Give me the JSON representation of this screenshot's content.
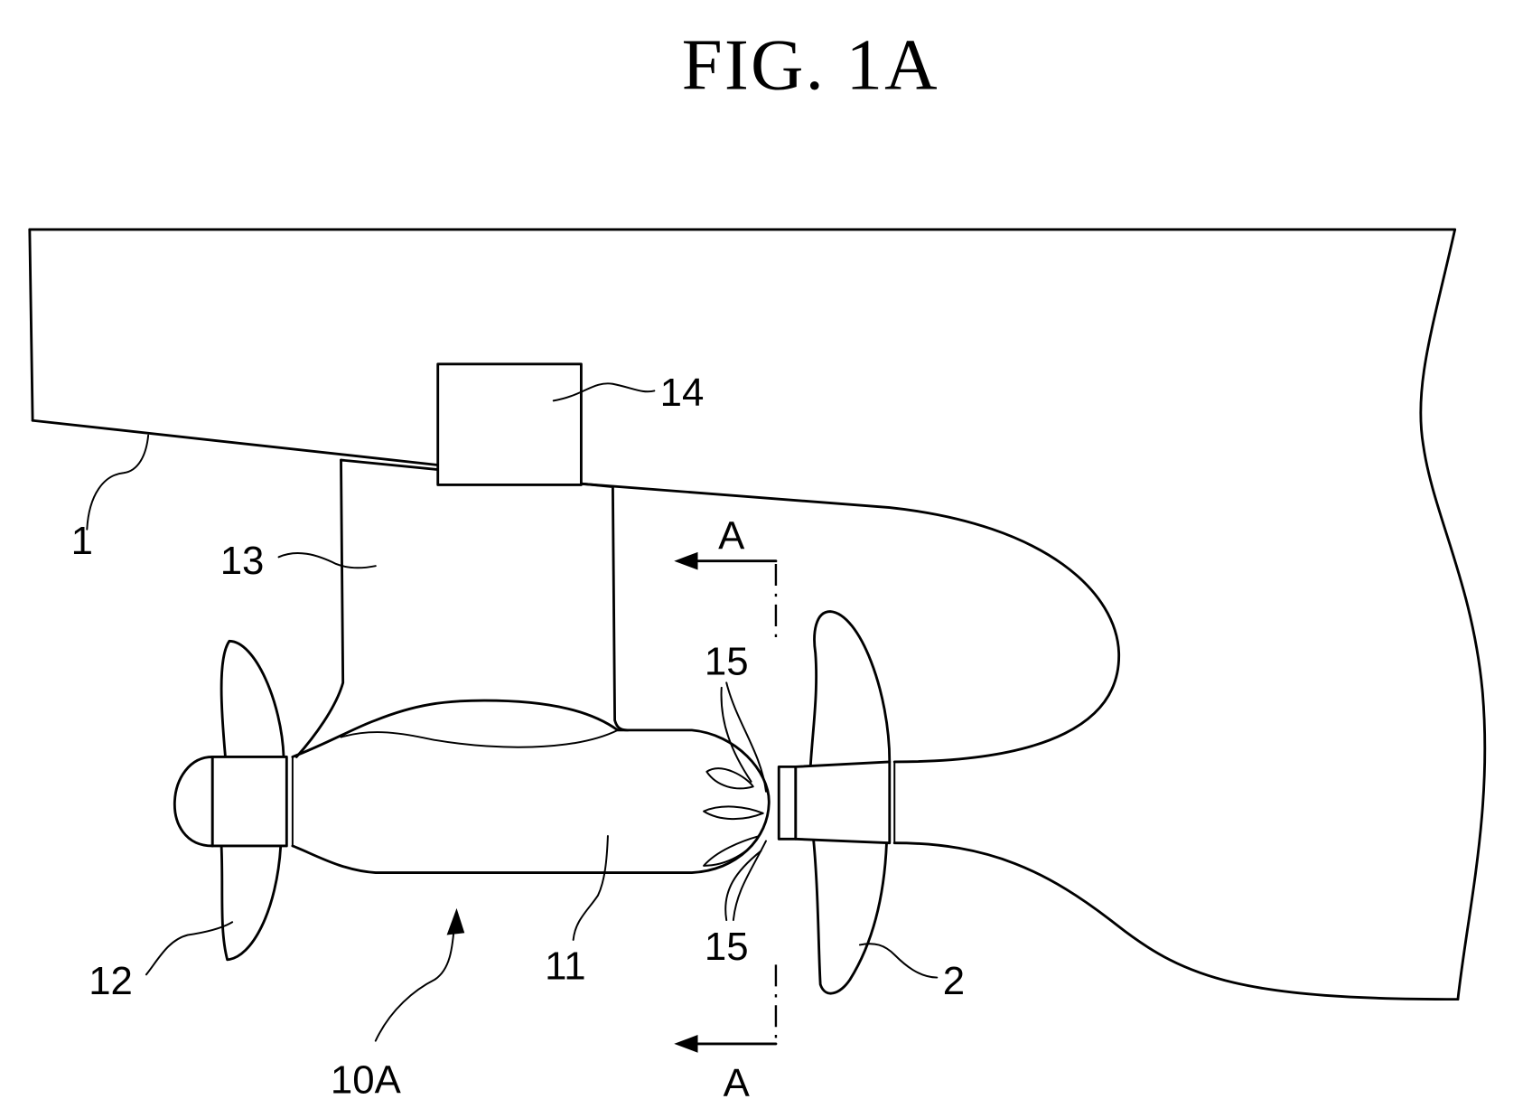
{
  "figure": {
    "title": "FIG. 1A"
  },
  "labels": {
    "hull": "1",
    "main_propeller": "2",
    "pod_propulsion_unit": "10A",
    "pod": "11",
    "pod_propeller": "12",
    "strut": "13",
    "box": "14",
    "fin_upper": "15",
    "fin_lower": "15",
    "section_upper": "A",
    "section_lower": "A"
  }
}
